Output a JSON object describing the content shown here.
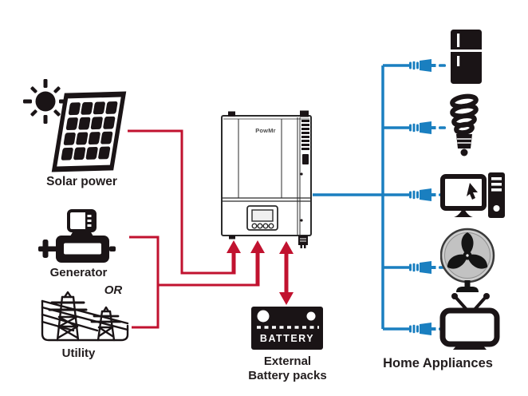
{
  "colors": {
    "input_line_red": "#c1122f",
    "output_line_blue": "#1a7fc0",
    "icon_black": "#1a1416",
    "label_text": "#221d1e"
  },
  "sources": {
    "solar": {
      "label": "Solar power"
    },
    "generator": {
      "label": "Generator"
    },
    "utility": {
      "label": "Utility"
    },
    "or_text": "OR"
  },
  "inverter": {
    "brand": "PowMr"
  },
  "battery": {
    "device_text": "BATTERY",
    "caption_line1": "External",
    "caption_line2": "Battery packs"
  },
  "appliances": {
    "caption": "Home Appliances",
    "items": [
      {
        "name": "refrigerator"
      },
      {
        "name": "cfl-bulb"
      },
      {
        "name": "desktop-computer"
      },
      {
        "name": "electric-fan"
      },
      {
        "name": "television"
      }
    ]
  }
}
